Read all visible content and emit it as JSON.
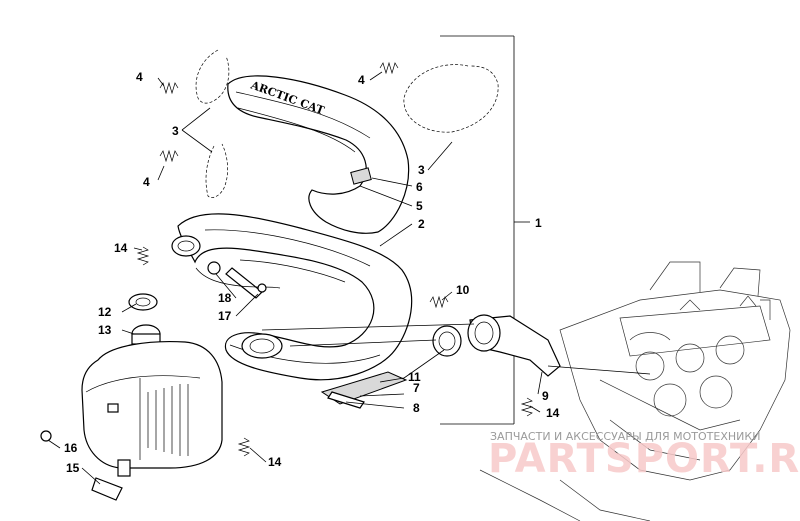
{
  "diagram": {
    "callouts": [
      {
        "id": "c1",
        "label": "1"
      },
      {
        "id": "c2",
        "label": "2"
      },
      {
        "id": "c3a",
        "label": "3"
      },
      {
        "id": "c3b",
        "label": "3"
      },
      {
        "id": "c4a",
        "label": "4"
      },
      {
        "id": "c4b",
        "label": "4"
      },
      {
        "id": "c4c",
        "label": "4"
      },
      {
        "id": "c5",
        "label": "5"
      },
      {
        "id": "c6",
        "label": "6"
      },
      {
        "id": "c7",
        "label": "7"
      },
      {
        "id": "c8",
        "label": "8"
      },
      {
        "id": "c9",
        "label": "9"
      },
      {
        "id": "c10",
        "label": "10"
      },
      {
        "id": "c11",
        "label": "11"
      },
      {
        "id": "c12",
        "label": "12"
      },
      {
        "id": "c13",
        "label": "13"
      },
      {
        "id": "c14a",
        "label": "14"
      },
      {
        "id": "c14b",
        "label": "14"
      },
      {
        "id": "c14c",
        "label": "14"
      },
      {
        "id": "c15",
        "label": "15"
      },
      {
        "id": "c16",
        "label": "16"
      },
      {
        "id": "c17",
        "label": "17"
      },
      {
        "id": "c18",
        "label": "18"
      }
    ],
    "brand_text": "ARCTIC CAT"
  },
  "watermark": {
    "caption": "ЗАПЧАСТИ И АКСЕССУАРЫ ДЛЯ МОТОТЕХНИКИ",
    "logo_text": "PARTSPORT.RU",
    "color": "#f2b8b8"
  }
}
